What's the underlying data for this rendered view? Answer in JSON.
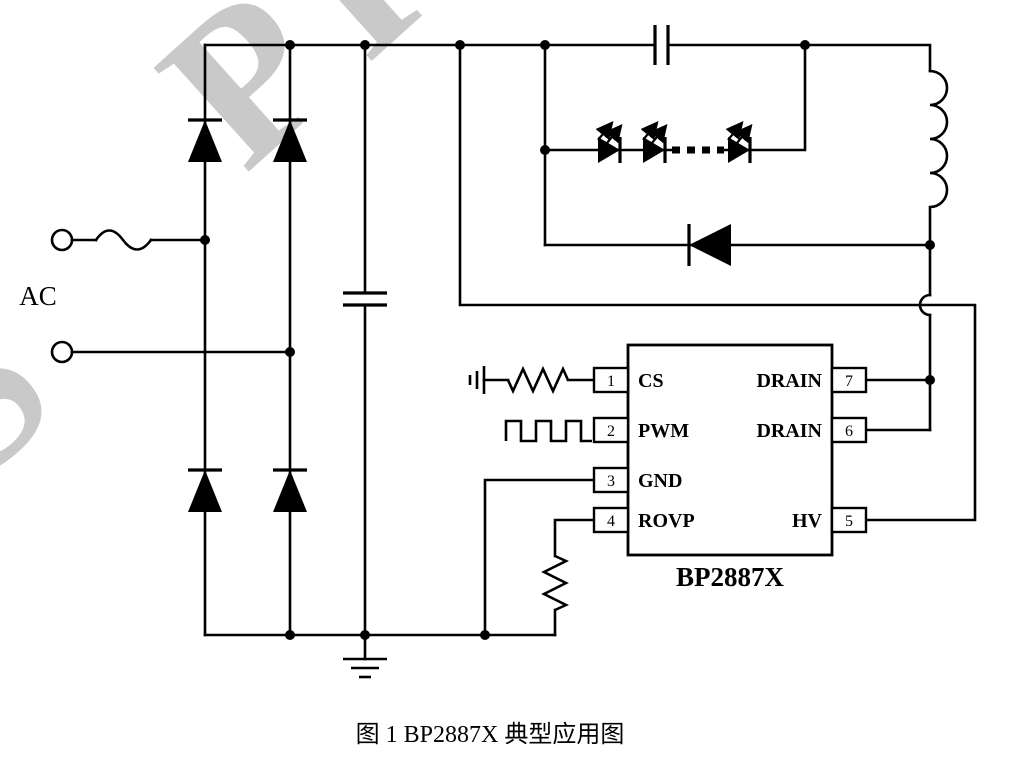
{
  "figure": {
    "caption": "图 1 BP2887X 典型应用图",
    "watermark_left": "S",
    "watermark_top": "PRE"
  },
  "labels": {
    "ac_input": "AC"
  },
  "ic": {
    "name": "BP2887X",
    "left_pins": [
      {
        "number": "1",
        "name": "CS"
      },
      {
        "number": "2",
        "name": "PWM"
      },
      {
        "number": "3",
        "name": "GND"
      },
      {
        "number": "4",
        "name": "ROVP"
      }
    ],
    "right_pins": [
      {
        "number": "7",
        "name": "DRAIN"
      },
      {
        "number": "6",
        "name": "DRAIN"
      },
      {
        "number": "5",
        "name": "HV"
      }
    ]
  },
  "colors": {
    "line": "#000000",
    "watermark": "#c9c9c9",
    "background": "#ffffff"
  }
}
